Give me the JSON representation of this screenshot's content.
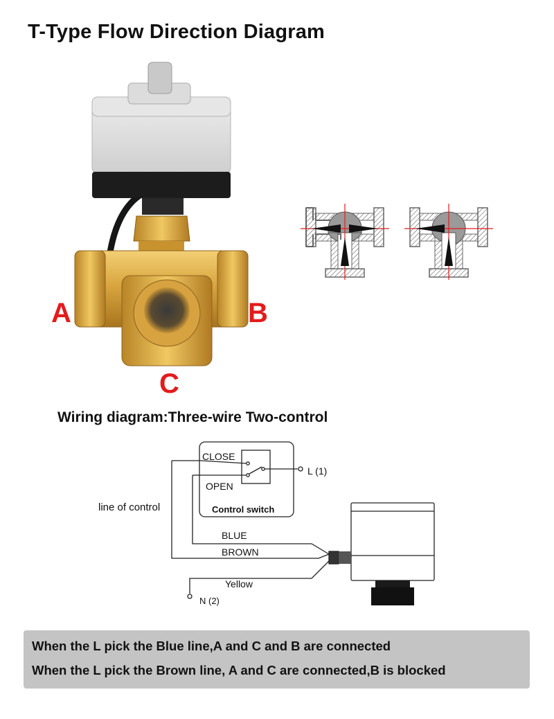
{
  "title": "T-Type Flow Direction Diagram",
  "ports": {
    "a": "A",
    "b": "B",
    "c": "C"
  },
  "wiring": {
    "title": "Wiring diagram:Three-wire Two-control",
    "close": "CLOSE",
    "open": "OPEN",
    "control_switch": "Control switch",
    "l_terminal": "L (1)",
    "line_of_control": "line of control",
    "blue": "BLUE",
    "brown": "BROWN",
    "yellow": "Yellow",
    "n_terminal": "N (2)"
  },
  "notes": [
    "When the L pick the Blue line,A and C and B are connected",
    "When the L pick the Brown line, A and C are connected,B is blocked"
  ],
  "colors": {
    "port_label": "#e41b1b",
    "actuator_grey": "#d6d6d6",
    "brass": "#d9a640",
    "note_background": "#c4c4c4"
  }
}
